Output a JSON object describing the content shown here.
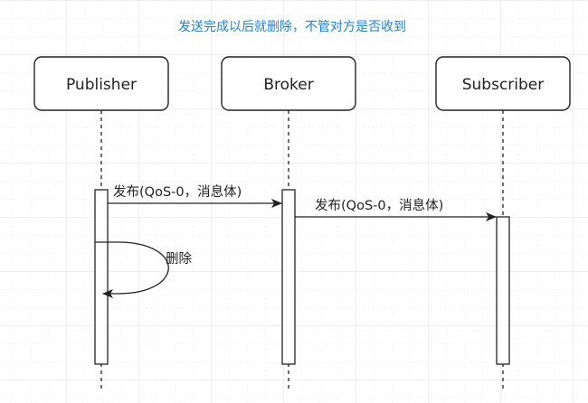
{
  "title": "发送完成以后就删除，不管对方是否收到",
  "participants": [
    {
      "id": "publisher",
      "label": "Publisher"
    },
    {
      "id": "broker",
      "label": "Broker"
    },
    {
      "id": "subscriber",
      "label": "Subscriber"
    }
  ],
  "messages": [
    {
      "from": "publisher",
      "to": "broker",
      "label": "发布(QoS-0，消息体)"
    },
    {
      "from": "broker",
      "to": "subscriber",
      "label": "发布(QoS-0，消息体)"
    }
  ],
  "self_message": {
    "participant": "publisher",
    "label": "删除"
  },
  "colors": {
    "title": "#1f7fd6",
    "stroke": "#222222",
    "grid": "#e6e6e6",
    "box_fill": "#ffffff"
  }
}
